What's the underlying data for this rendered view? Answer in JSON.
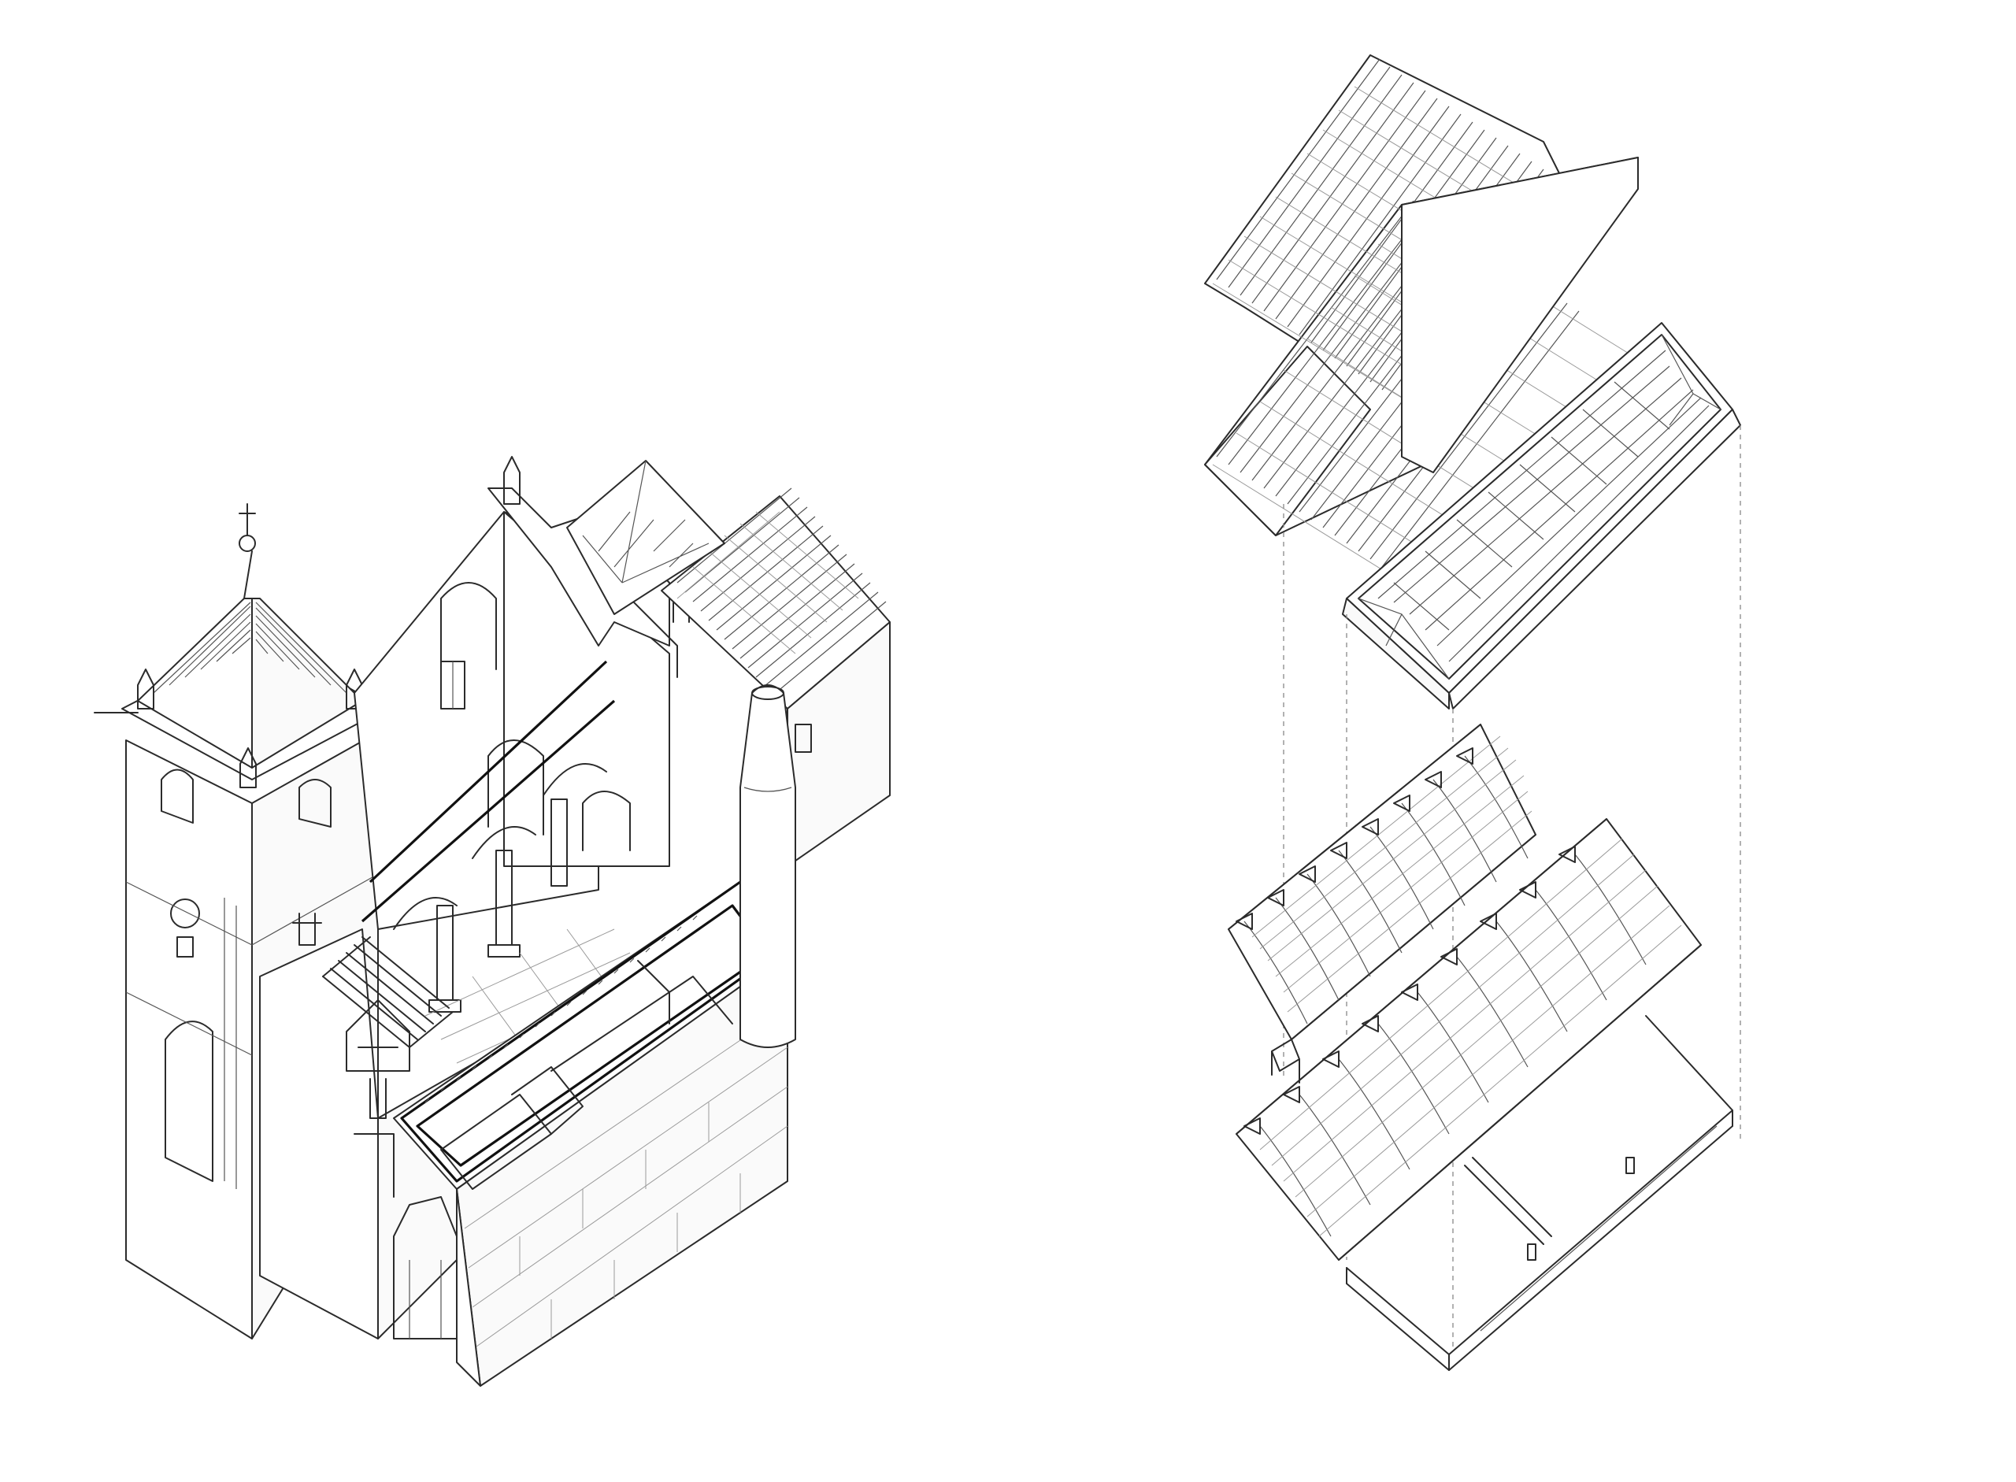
{
  "figure": {
    "views": [
      {
        "id": "left",
        "kind": "isometric-cutaway"
      },
      {
        "id": "right",
        "kind": "exploded-axonometric"
      }
    ],
    "layers_right": [
      "roof-tiles",
      "ceiling",
      "timber-trusses",
      "wall-plate"
    ],
    "line_color": "#2b2b2b",
    "background": "#ffffff"
  }
}
